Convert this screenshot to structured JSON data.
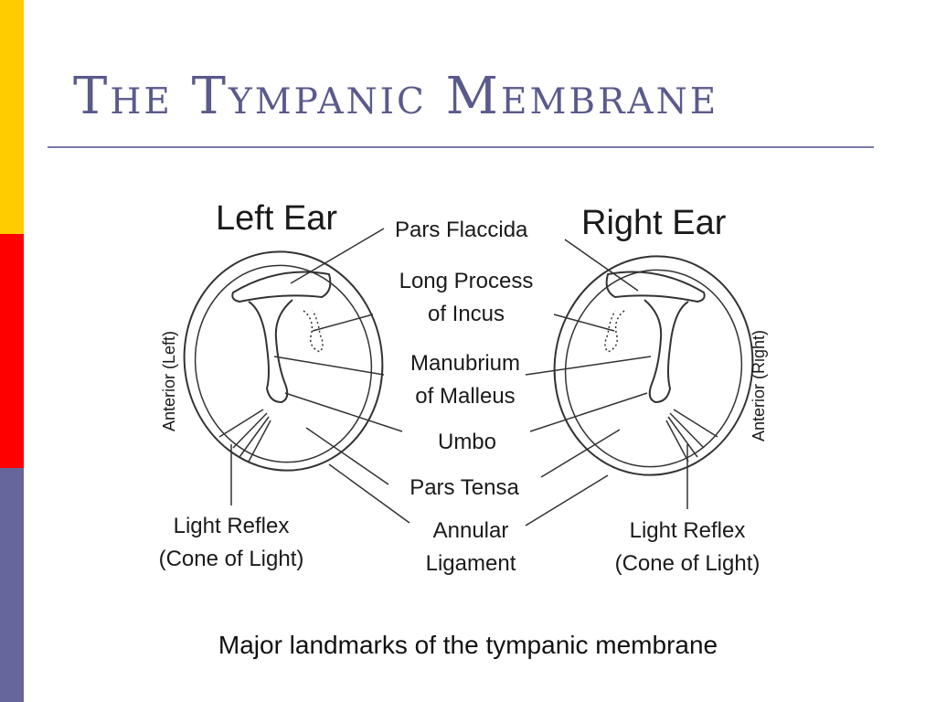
{
  "slide": {
    "title": "The Tympanic Membrane",
    "caption": "Major landmarks of the tympanic membrane"
  },
  "diagram": {
    "ears": {
      "left": "Left Ear",
      "right": "Right Ear"
    },
    "sides": {
      "left": "Anterior (Left)",
      "right": "Anterior (Right)"
    },
    "structures": {
      "pars_flaccida": "Pars Flaccida",
      "long_process_line1": "Long Process",
      "long_process_line2": "of Incus",
      "manubrium_line1": "Manubrium",
      "manubrium_line2": "of Malleus",
      "umbo": "Umbo",
      "pars_tensa": "Pars Tensa",
      "annular_line1": "Annular",
      "annular_line2": "Ligament"
    },
    "light_reflex": {
      "line1": "Light Reflex",
      "line2": "(Cone of Light)"
    }
  },
  "colors": {
    "bar_yellow": "#ffcc00",
    "bar_red": "#ff0000",
    "bar_blue": "#66669c",
    "title": "#5a5a8c",
    "rule": "#7a7aa8",
    "drawing": "#333333"
  }
}
